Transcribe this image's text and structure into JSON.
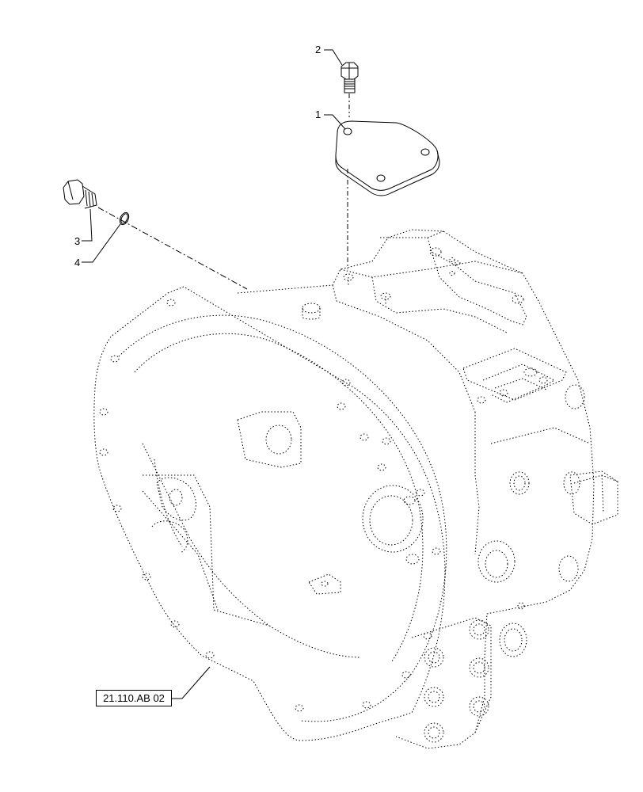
{
  "callouts": {
    "item_1": "1",
    "item_2": "2",
    "item_3": "3",
    "item_4": "4"
  },
  "reference": {
    "label": "21.110.AB 02"
  },
  "colors": {
    "line": "#000000",
    "hidden_line": "#000000",
    "background": "#ffffff"
  }
}
